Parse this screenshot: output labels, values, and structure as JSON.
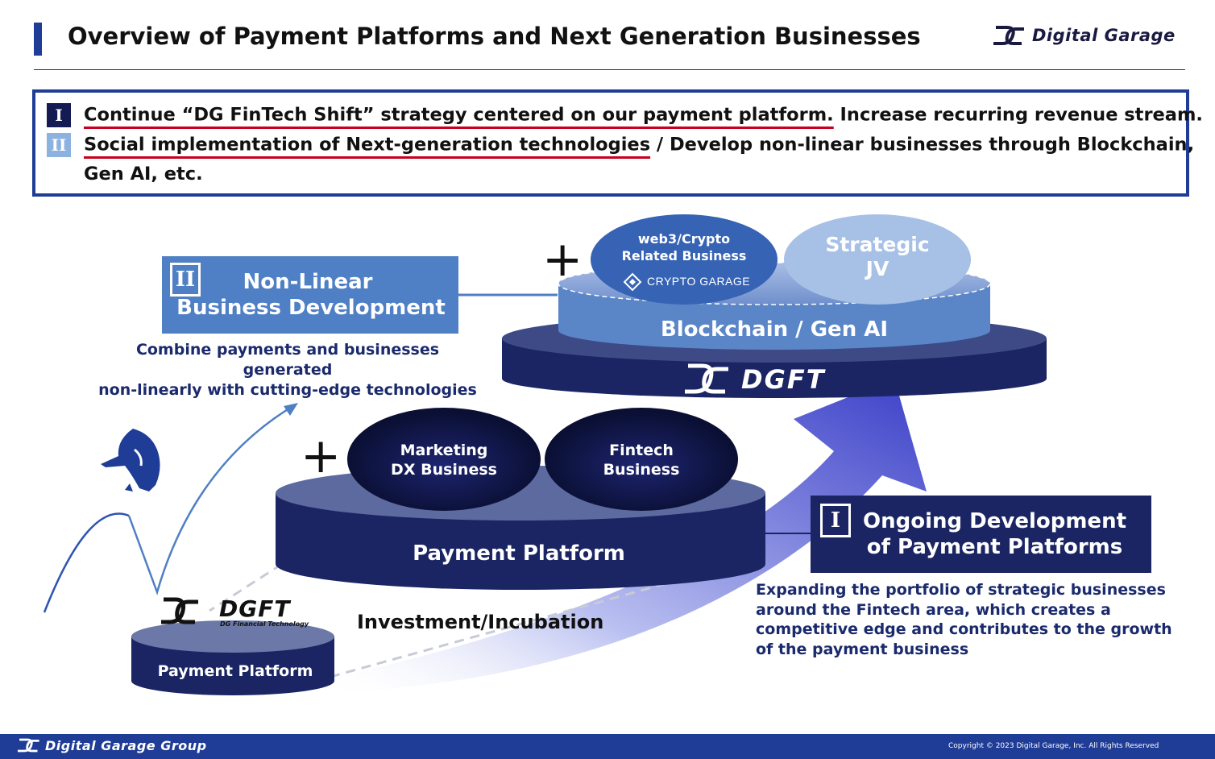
{
  "header": {
    "title": "Overview of Payment Platforms and Next Generation Businesses",
    "brand": "Digital Garage"
  },
  "summary": {
    "line1": {
      "badge": "I",
      "underlined": "Continue “DG FinTech Shift” strategy centered on our payment platform.",
      "rest": " Increase recurring revenue stream."
    },
    "line2": {
      "badge": "II",
      "underlined": "Social implementation of Next-generation technologies",
      "rest": " / Develop non-linear businesses through Blockchain,",
      "cont": "Gen AI,  etc."
    }
  },
  "nonlinear": {
    "badge": "II",
    "title_line1": "Non-Linear",
    "title_line2": "Business Development",
    "desc_line1": "Combine payments and businesses generated",
    "desc_line2": "non-linearly with cutting-edge technologies"
  },
  "ongoing": {
    "badge": "I",
    "title_line1": "Ongoing Development",
    "title_line2": "of Payment Platforms",
    "desc_lines": [
      "Expanding the portfolio of strategic businesses",
      "around the Fintech area, which creates a",
      "competitive edge and contributes to the growth",
      "of the payment business"
    ]
  },
  "top_stack": {
    "plus": "+",
    "web3_line1": "web3/Crypto",
    "web3_line2": "Related Business",
    "crypto_garage": "CRYPTO GARAGE",
    "jv_line1": "Strategic",
    "jv_line2": "JV",
    "tier_label": "Blockchain / Gen AI",
    "base_label": "DGFT"
  },
  "middle_stack": {
    "plus": "+",
    "marketing_line1": "Marketing",
    "marketing_line2": "DX Business",
    "fintech_line1": "Fintech",
    "fintech_line2": "Business",
    "base_label": "Payment Platform"
  },
  "small_stack": {
    "logo": "DGFT",
    "logo_sub": "DG Financial Technology",
    "label": "Payment Platform"
  },
  "investment_label": "Investment/Incubation",
  "footer": {
    "brand": "Digital Garage Group",
    "copyright": "Copyright © 2023 Digital Garage, Inc. All Rights Reserved"
  },
  "colors": {
    "primary_blue": "#1f3c96",
    "navy": "#1b2563",
    "light_blue": "#4f7fc4",
    "underline_red": "#c8001e"
  }
}
